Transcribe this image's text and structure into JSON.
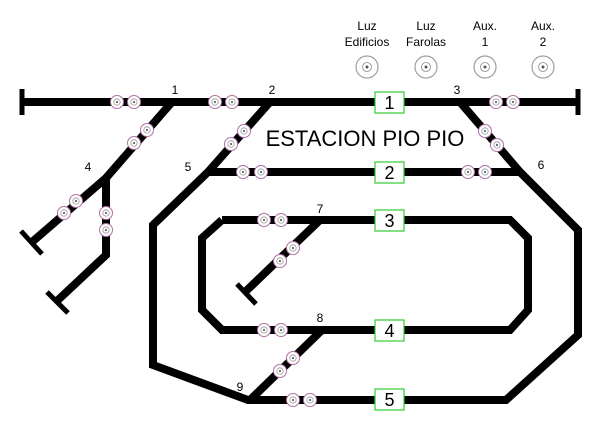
{
  "title": "ESTACION PIO PIO",
  "controls": [
    {
      "id": "luz-edificios",
      "line1": "Luz",
      "line2": "Edificios"
    },
    {
      "id": "luz-farolas",
      "line1": "Luz",
      "line2": "Farolas"
    },
    {
      "id": "aux-1",
      "line1": "Aux.",
      "line2": "1"
    },
    {
      "id": "aux-2",
      "line1": "Aux.",
      "line2": "2"
    }
  ],
  "tracks": [
    "1",
    "2",
    "3",
    "4",
    "5"
  ],
  "switch_labels": [
    "1",
    "2",
    "3",
    "4",
    "5",
    "6",
    "7",
    "8",
    "9"
  ],
  "colors": {
    "track": "#000000",
    "track_button_border": "#33cc33",
    "switch_border": "#b06fa8",
    "background": "#ffffff"
  }
}
